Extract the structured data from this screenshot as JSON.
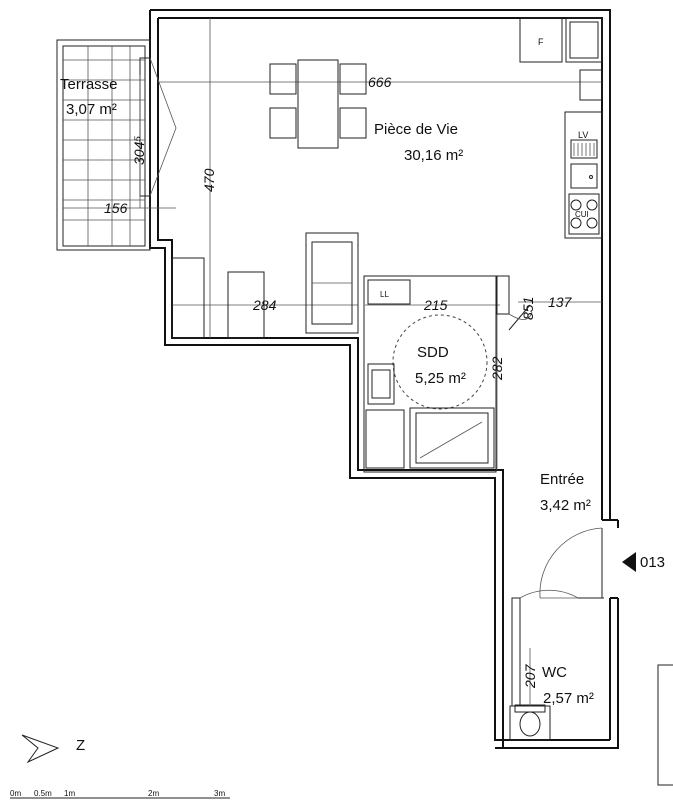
{
  "rooms": {
    "terrasse": {
      "name": "Terrasse",
      "area": "3,07 m²"
    },
    "piece_de_vie": {
      "name": "Pièce de Vie",
      "area": "30,16 m²"
    },
    "sdd": {
      "name": "SDD",
      "area": "5,25 m²"
    },
    "entree": {
      "name": "Entrée",
      "area": "3,42 m²"
    },
    "wc": {
      "name": "WC",
      "area": "2,57 m²"
    }
  },
  "dimensions": {
    "width_living": "666",
    "height_living": "470",
    "terrasse_height": "304⁵",
    "terrasse_width": "156",
    "living_lower": "284",
    "sdd_width": "215",
    "sdd_height": "282",
    "entry_width": "137",
    "door_sdd": "851",
    "wc_dim": "207"
  },
  "fixtures": {
    "fridge": "F",
    "dishwasher": "LV",
    "cooktop": "CUI",
    "washing": "LL"
  },
  "entrance": {
    "label": "013"
  },
  "north": {
    "label": "Z"
  },
  "scale": {
    "labels": [
      "0m",
      "0.5m",
      "1m",
      "2m",
      "3m"
    ]
  }
}
